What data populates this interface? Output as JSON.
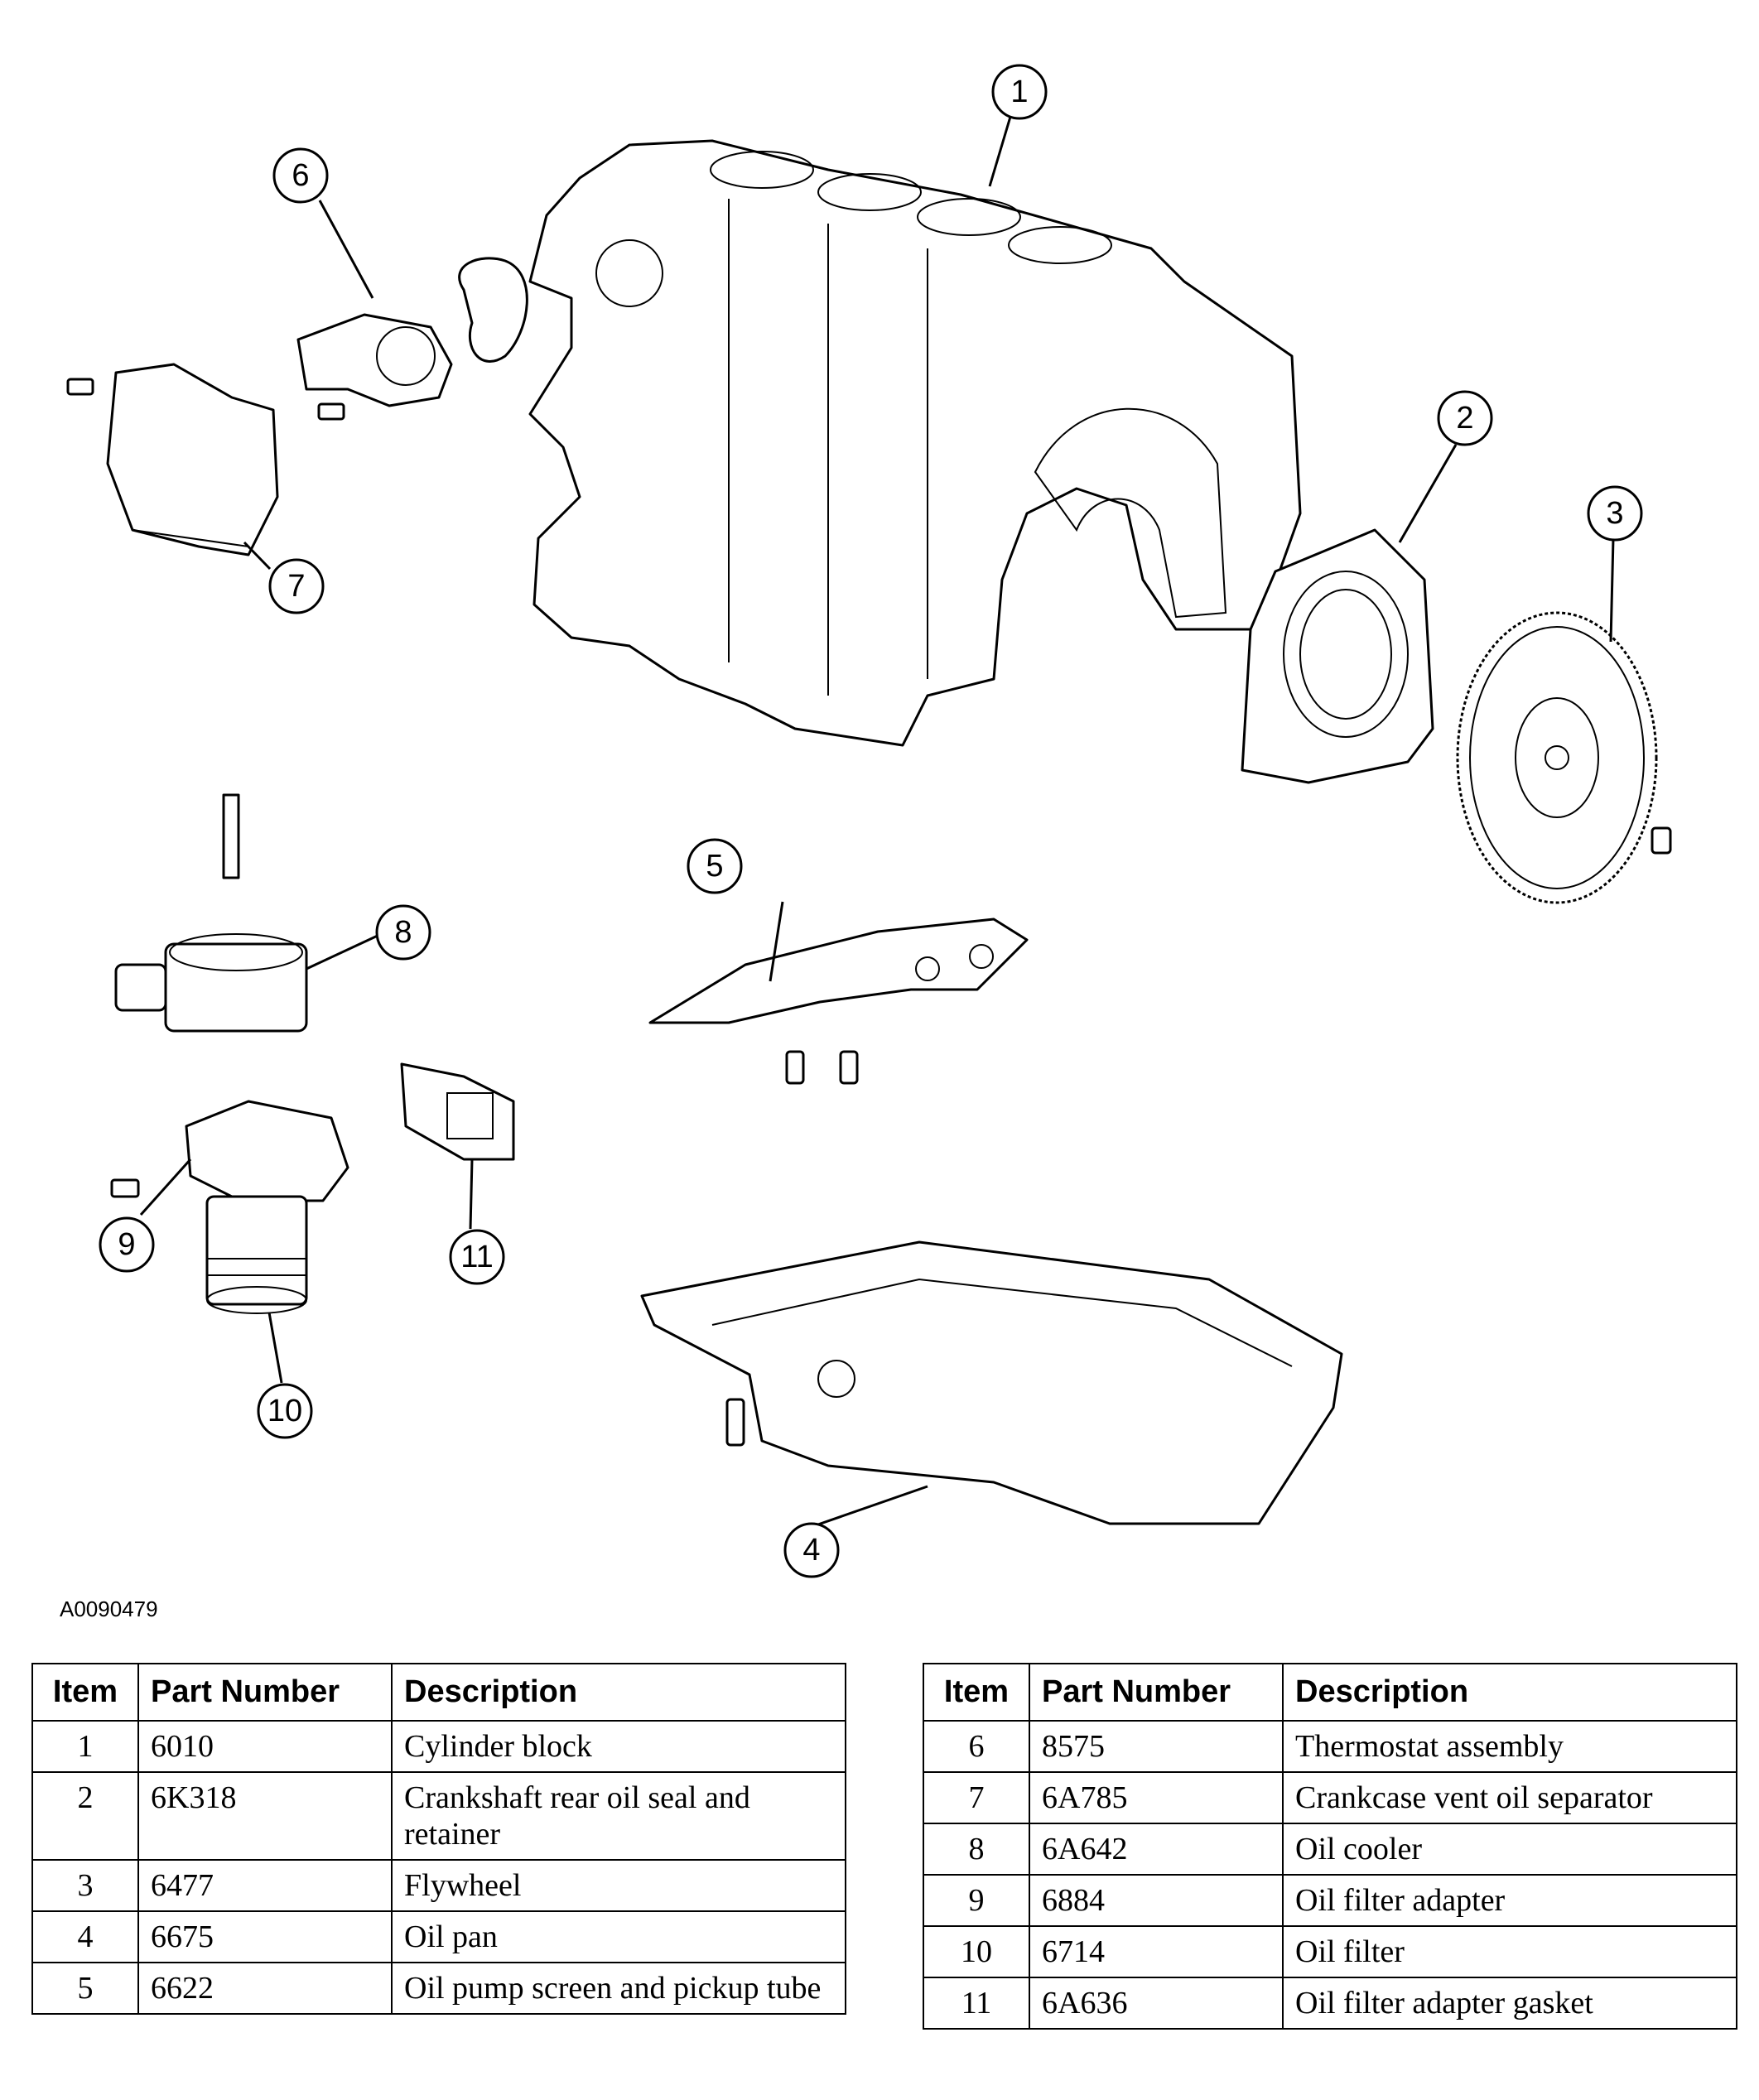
{
  "figure_id": "A0090479",
  "callouts": [
    "1",
    "2",
    "3",
    "4",
    "5",
    "6",
    "7",
    "8",
    "9",
    "10",
    "11"
  ],
  "table_headers": {
    "item": "Item",
    "part_number": "Part Number",
    "description": "Description"
  },
  "parts_left": [
    {
      "item": "1",
      "part_number": "6010",
      "description": "Cylinder block"
    },
    {
      "item": "2",
      "part_number": "6K318",
      "description": "Crankshaft rear oil seal and retainer"
    },
    {
      "item": "3",
      "part_number": "6477",
      "description": "Flywheel"
    },
    {
      "item": "4",
      "part_number": "6675",
      "description": "Oil pan"
    },
    {
      "item": "5",
      "part_number": "6622",
      "description": "Oil pump screen and pickup tube"
    }
  ],
  "parts_right": [
    {
      "item": "6",
      "part_number": "8575",
      "description": "Thermostat assembly"
    },
    {
      "item": "7",
      "part_number": "6A785",
      "description": "Crankcase vent oil separator"
    },
    {
      "item": "8",
      "part_number": "6A642",
      "description": "Oil cooler"
    },
    {
      "item": "9",
      "part_number": "6884",
      "description": "Oil filter adapter"
    },
    {
      "item": "10",
      "part_number": "6714",
      "description": "Oil filter"
    },
    {
      "item": "11",
      "part_number": "6A636",
      "description": "Oil filter adapter gasket"
    }
  ]
}
